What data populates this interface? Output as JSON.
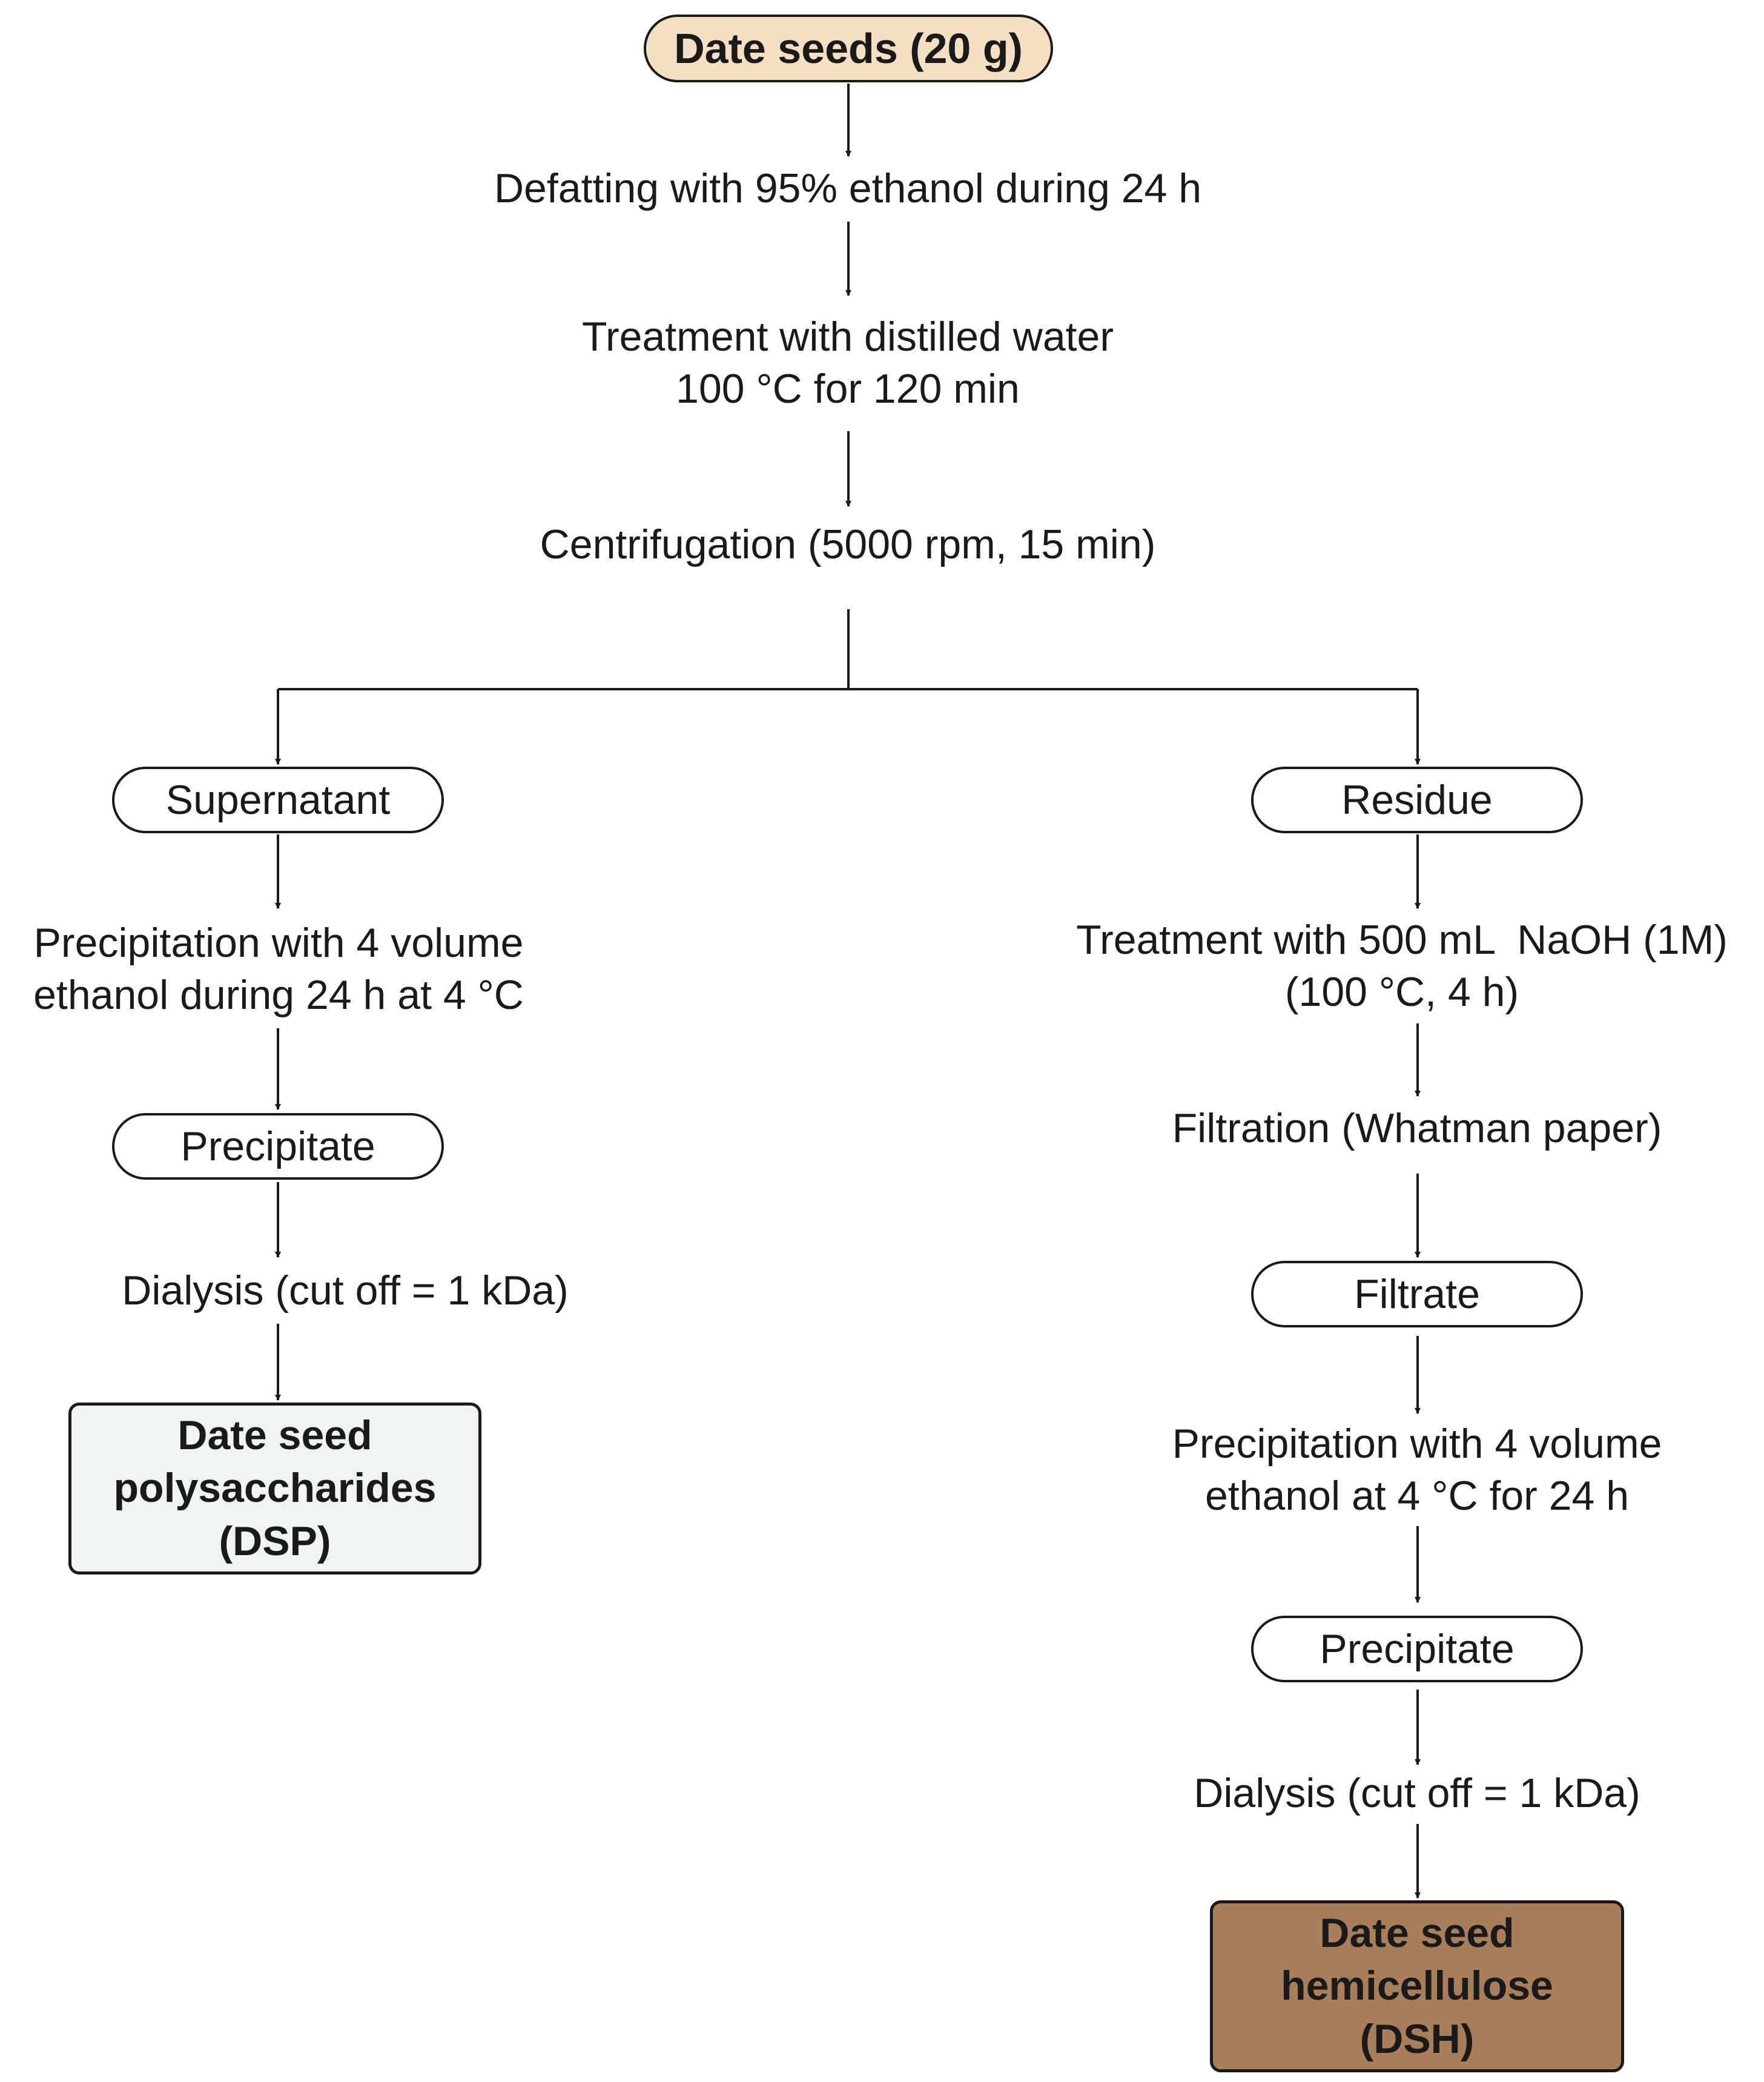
{
  "colors": {
    "start_fill": "#f4dfc2",
    "dsp_fill": "#eff3f4",
    "dsh_fill": "#a97f5b",
    "line": "#1a1a1a"
  },
  "nodes": {
    "start": "Date seeds (20 g)",
    "defatting": "Defatting with 95% ethanol during 24 h",
    "treatment_water": [
      "Treatment with distilled water",
      "100 °C for 120 min"
    ],
    "centrifugation": "Centrifugation (5000 rpm, 15 min)",
    "left": {
      "supernatant": "Supernatant",
      "precipitation": [
        "Precipitation with 4 volume",
        "ethanol during 24 h at 4 °C"
      ],
      "precipitate": "Precipitate",
      "dialysis": "Dialysis (cut off = 1 kDa)",
      "result": [
        "Date seed",
        "polysaccharides",
        "(DSP)"
      ]
    },
    "right": {
      "residue": "Residue",
      "treatment_naoh": [
        "Treatment with 500 mL  NaOH (1M)",
        "(100 °C, 4 h)"
      ],
      "filtration": "Filtration (Whatman paper)",
      "filtrate": "Filtrate",
      "precipitation": [
        "Precipitation with 4 volume",
        "ethanol at 4 °C for 24 h"
      ],
      "precipitate": "Precipitate",
      "dialysis": "Dialysis (cut off = 1 kDa)",
      "result": [
        "Date seed",
        "hemicellulose",
        "(DSH)"
      ]
    }
  }
}
